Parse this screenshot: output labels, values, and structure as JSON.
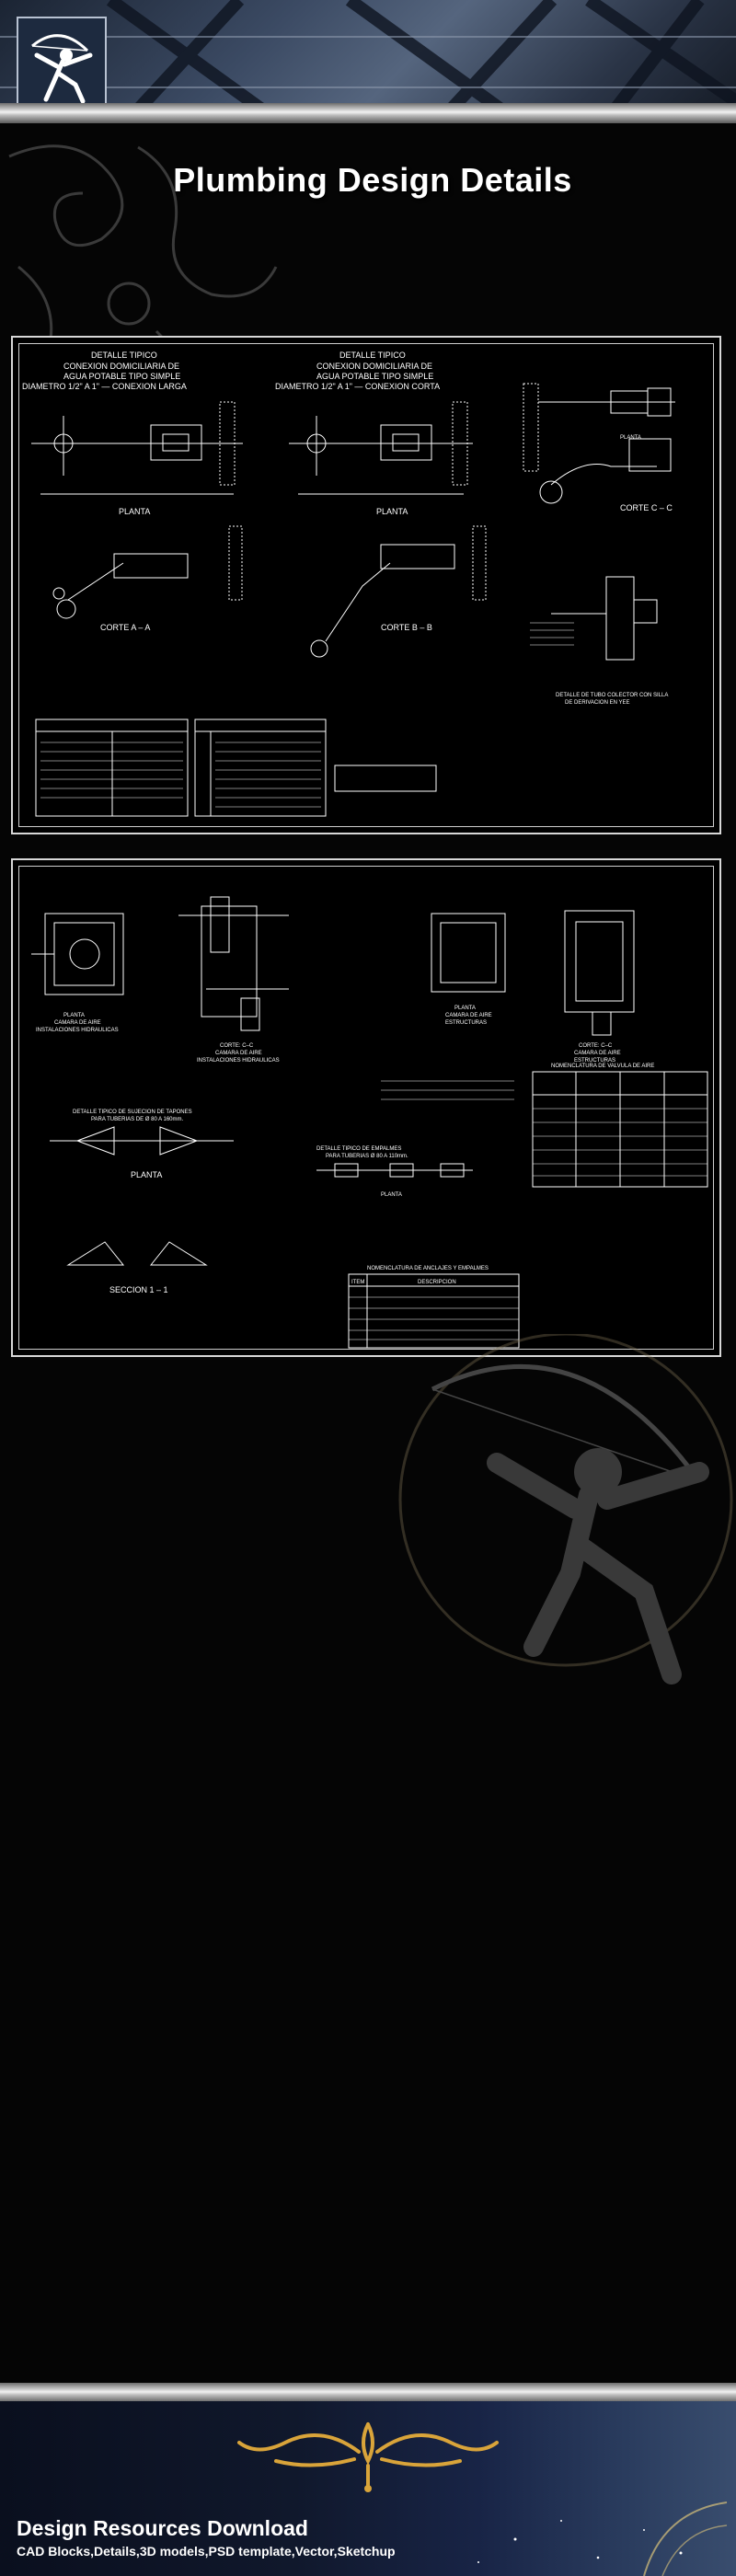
{
  "page": {
    "title": "Plumbing Design Details"
  },
  "panel1": {
    "detail_left": {
      "heading": "DETALLE TIPICO",
      "lines": [
        "CONEXION DOMICILIARIA DE",
        "AGUA POTABLE TIPO SIMPLE",
        "DIAMETRO  1/2\" A 1\"  — CONEXION LARGA"
      ],
      "plan_label": "PLANTA",
      "section_label": "CORTE A – A"
    },
    "detail_right": {
      "heading": "DETALLE TIPICO",
      "lines": [
        "CONEXION DOMICILIARIA DE",
        "AGUA POTABLE TIPO SIMPLE",
        "DIAMETRO  1/2\" A 1\"  — CONEXION CORTA"
      ],
      "plan_label": "PLANTA",
      "section_label": "CORTE B – B"
    },
    "far_right": {
      "plan_label": "PLANTA",
      "section_label": "CORTE C – C",
      "collector_caption": [
        "DETALLE DE TUBO COLECTOR CON SILLA",
        "DE DERIVACION EN YEE"
      ]
    }
  },
  "panel2": {
    "plan_label": [
      "PLANTA",
      "CAMARA DE AIRE",
      "INSTALACIONES HIDRAULICAS"
    ],
    "section_label": [
      "CORTE: C–C",
      "CAMARA DE AIRE",
      "INSTALACIONES HIDRAULICAS"
    ],
    "plan2_label": [
      "PLANTA",
      "CAMARA DE AIRE",
      "ESTRUCTURAS"
    ],
    "section2_label": [
      "CORTE: C–C",
      "CAMARA DE AIRE",
      "ESTRUCTURAS"
    ],
    "valve_table_title": "NOMENCLATURA DE VALVULA DE AIRE",
    "caps_title": [
      "DETALLE TIPICO DE SUJECION DE TAPONES",
      "PARA TUBERIAS DE Ø 80 A 160mm."
    ],
    "caps_plan": "PLANTA",
    "caps_section": "SECCION 1 – 1",
    "joints_title": [
      "DETALLE TIPICO DE EMPALMES",
      "PARA TUBERIAS Ø 80 A 110mm."
    ],
    "joints_plan": "PLANTA",
    "anchors_title": "NOMENCLATURA DE ANCLAJES Y EMPALMES",
    "anchors_headers": [
      "ITEM",
      "DESCRIPCION"
    ]
  },
  "footer": {
    "title": "Design Resources Download",
    "subtitle": "CAD Blocks,Details,3D models,PSD template,Vector,Sketchup"
  },
  "colors": {
    "background": "#050505",
    "line": "#ffffff",
    "frame": "#d8d8d8",
    "gold": "#d9a43a"
  },
  "icons": [
    "archer-logo-icon",
    "archer-watermark-icon",
    "golden-flourish-icon"
  ]
}
